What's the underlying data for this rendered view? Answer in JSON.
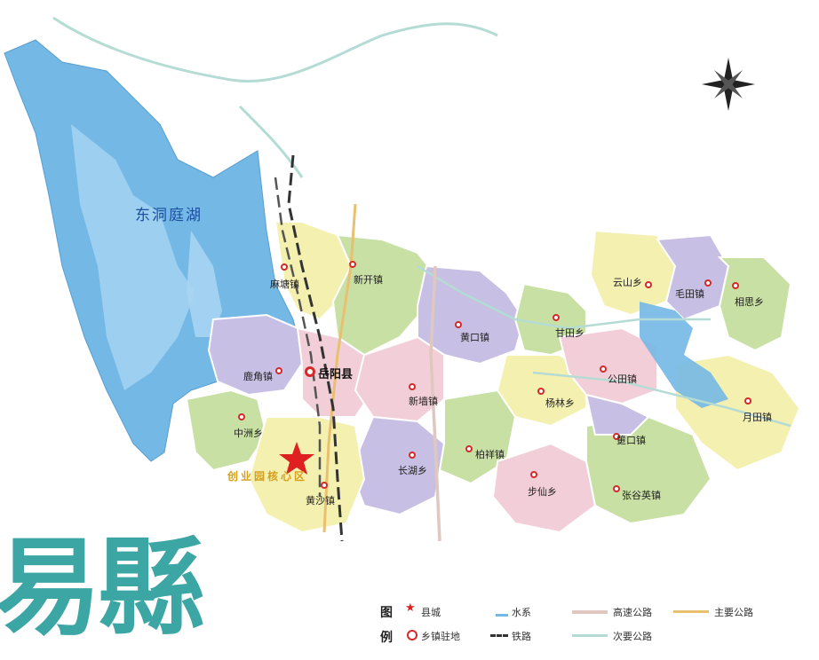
{
  "map": {
    "lake_name": "东洞庭湖",
    "county_seat": "岳阳县",
    "core_zone": "创业园核心区",
    "title": "易縣",
    "compass": "north-arrow-icon",
    "towns": {
      "t1": "麻塘镇",
      "t2": "新开镇",
      "t3": "黄口镇",
      "t4": "甘田乡",
      "t5": "云山乡",
      "t6": "毛田镇",
      "t7": "相思乡",
      "t8": "鹿角镇",
      "t9": "新墙镇",
      "t10": "杨林乡",
      "t11": "公田镇",
      "t12": "月田镇",
      "t13": "中洲乡",
      "t14": "筻口镇",
      "t15": "黄沙镇",
      "t16": "长湖乡",
      "t17": "柏祥镇",
      "t18": "步仙乡",
      "t19": "张谷英镇"
    }
  },
  "legend": {
    "heading_top": "图",
    "heading_bottom": "例",
    "county_seat": "县城",
    "water": "水系",
    "expressway": "高速公路",
    "main_road": "主要公路",
    "township": "乡镇驻地",
    "railway": "铁路",
    "secondary_road": "次要公路"
  },
  "colors": {
    "water": "#74b8e6",
    "water_light": "#a8d4f2",
    "green": "#c8e0a4",
    "yellow": "#f4f0b0",
    "purple": "#c8c0e4",
    "pink": "#f2cfd8",
    "accent_title": "#3ca6a4",
    "dot": "#d42a2a",
    "star": "#e02020"
  }
}
